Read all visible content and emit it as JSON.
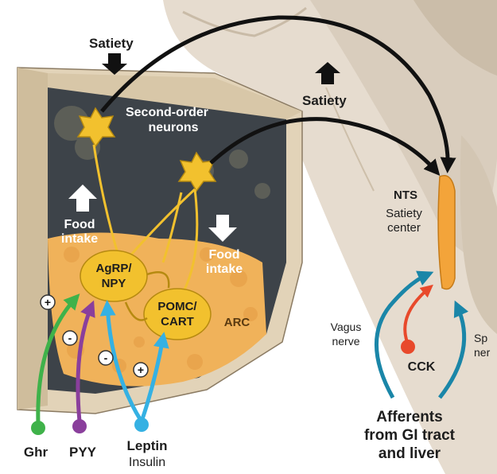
{
  "labels": {
    "satiety_top": "Satiety",
    "satiety_right": "Satiety",
    "second_order_1": "Second-order",
    "second_order_2": "neurons",
    "food_intake_up_1": "Food",
    "food_intake_up_2": "intake",
    "food_intake_down_1": "Food",
    "food_intake_down_2": "intake",
    "agrp_1": "AgRP/",
    "agrp_2": "NPY",
    "pomc_1": "POMC/",
    "pomc_2": "CART",
    "arc": "ARC",
    "nts": "NTS",
    "satiety_center_1": "Satiety",
    "satiety_center_2": "center",
    "vagus_1": "Vagus",
    "vagus_2": "nerve",
    "spinal_1": "Sp",
    "spinal_2": "ner",
    "cck": "CCK",
    "afferents_1": "Afferents",
    "afferents_2": "from GI tract",
    "afferents_3": "and liver",
    "ghr": "Ghr",
    "pyy": "PYY",
    "leptin": "Leptin",
    "insulin": "Insulin",
    "plus": "+",
    "minus": "-"
  },
  "colors": {
    "ghrelin": "#3fb24a",
    "pyy": "#8a3f9c",
    "leptin": "#35b1e3",
    "afferent": "#1a86a8",
    "cck": "#e8492b",
    "neuron": "#f2c12e",
    "arc_fill": "#f0b25a",
    "tissue_dark": "#3d4349",
    "brain": "#e3d9cb",
    "nts": "#f3a43a"
  }
}
